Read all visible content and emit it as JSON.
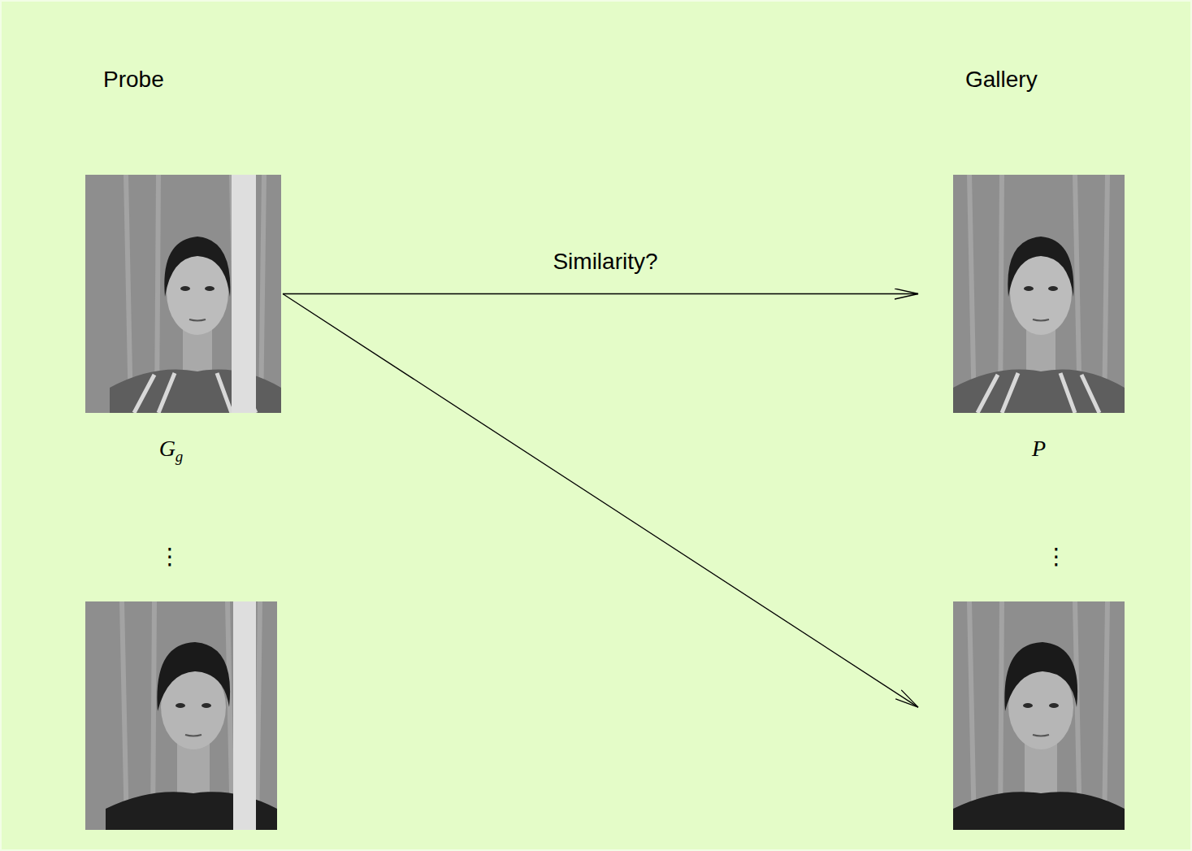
{
  "diagram": {
    "nodes": [
      {
        "text": [
          "G",
          "g"
        ]
      },
      {
        "text": [
          "P"
        ]
      },
      {
        "text": []
      }
    ],
    "edges": [
      {
        "from": 0,
        "to": 1,
        "arrow": "to",
        "label": "Similarity?"
      },
      {
        "from": 0,
        "to": 2,
        "arrow": "to"
      }
    ],
    "labels": [
      "Probe",
      "Gallery",
      "⋮",
      "⋮"
    ]
  }
}
